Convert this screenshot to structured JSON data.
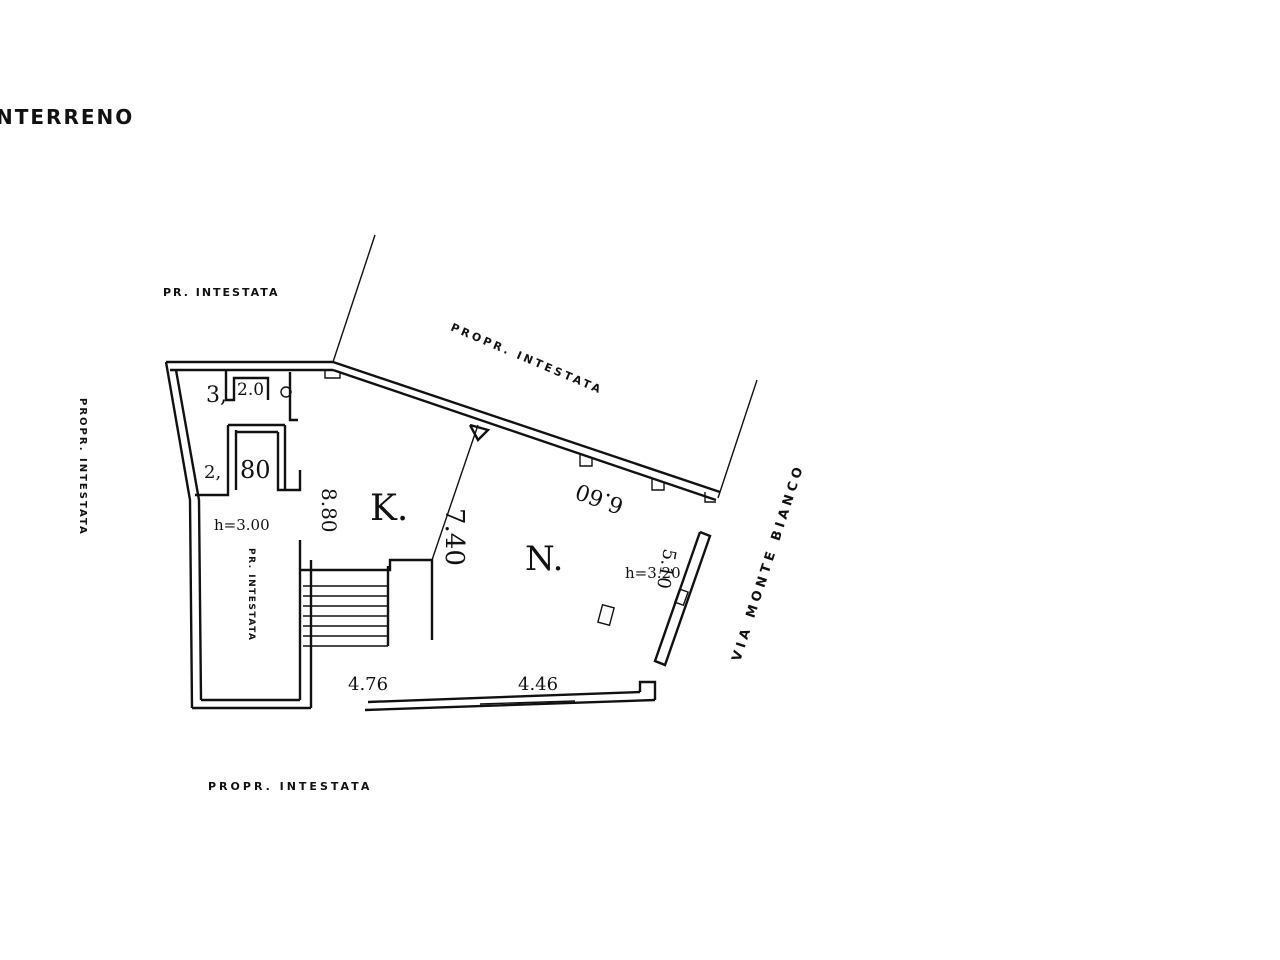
{
  "heading": "NTERRENO",
  "neighbors": {
    "top_left": "PR. INTESTATA",
    "top_diagonal": "PROPR. INTESTATA",
    "left": "PROPR. INTESTATA",
    "bottom": "PROPR. INTESTATA",
    "inner_corridor": "PR. INTESTATA"
  },
  "street": "VIA MONTE BIANCO",
  "rooms": {
    "k_letter": "K.",
    "n_letter": "N."
  },
  "heights": {
    "left": "h=3.00",
    "right": "h=3.20"
  },
  "dimensions": {
    "small_a": "3,",
    "small_b": "2.0",
    "small_c": "2,",
    "small_d": "80",
    "k_width": "8.80",
    "n_top": "6.60",
    "n_diag": "7.40",
    "n_right": "5.10",
    "bottom_left": "4.76",
    "bottom_right": "4.46"
  }
}
